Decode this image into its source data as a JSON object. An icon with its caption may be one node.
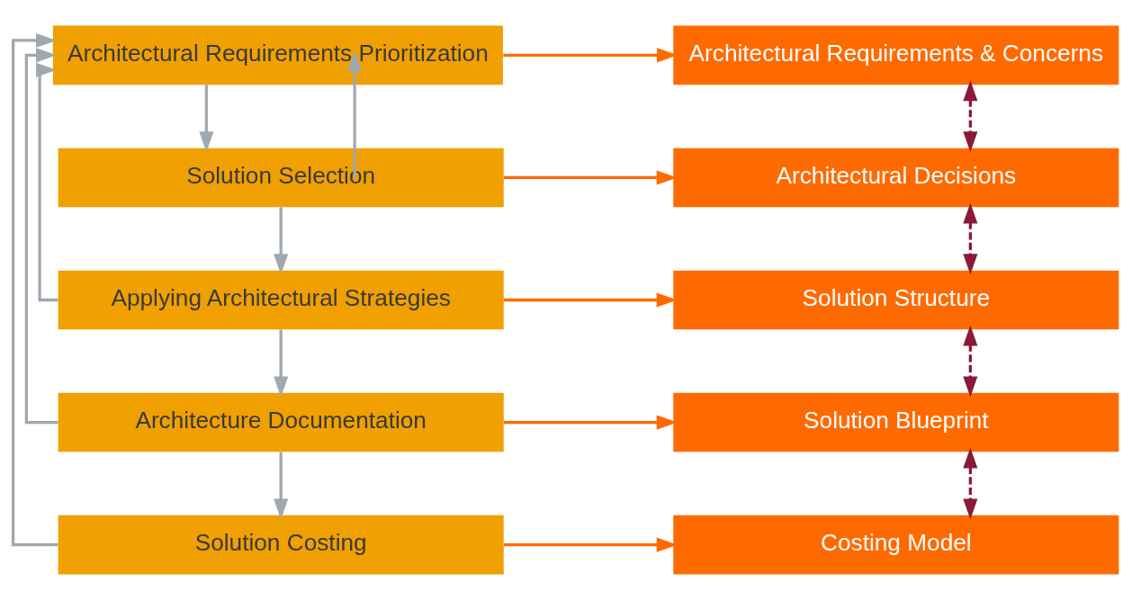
{
  "diagram": {
    "nodes": [
      {
        "text": [
          "Architectural Requirements Prioritization"
        ]
      },
      {
        "text": [
          "Solution Selection"
        ]
      },
      {
        "text": [
          "Applying Architectural Strategies"
        ]
      },
      {
        "text": [
          "Architecture Documentation"
        ]
      },
      {
        "text": [
          "Solution Costing"
        ]
      },
      {
        "text": [
          "Architectural Requirements & Concerns"
        ]
      },
      {
        "text": [
          "Architectural Decisions"
        ]
      },
      {
        "text": [
          "Solution Structure"
        ]
      },
      {
        "text": [
          "Solution Blueprint"
        ]
      },
      {
        "text": [
          "Costing Model"
        ]
      }
    ],
    "edges": [
      {
        "from": 0,
        "to": 1,
        "arrow": "to"
      },
      {
        "from": 1,
        "to": 2,
        "arrow": "to"
      },
      {
        "from": 2,
        "to": 3,
        "arrow": "to"
      },
      {
        "from": 3,
        "to": 4,
        "arrow": "to"
      },
      {
        "from": 1,
        "to": 0,
        "arrow": "to"
      },
      {
        "from": 2,
        "to": 0,
        "arrow": "to"
      },
      {
        "from": 3,
        "to": 0,
        "arrow": "to"
      },
      {
        "from": 4,
        "to": 0,
        "arrow": "to"
      },
      {
        "from": 0,
        "to": 5,
        "arrow": "to",
        "color": "#ff6a00"
      },
      {
        "from": 1,
        "to": 6,
        "arrow": "to",
        "color": "#ff6a00"
      },
      {
        "from": 2,
        "to": 7,
        "arrow": "to",
        "color": "#ff6a00"
      },
      {
        "from": 3,
        "to": 8,
        "arrow": "to",
        "color": "#ff6a00"
      },
      {
        "from": 4,
        "to": 9,
        "arrow": "to",
        "color": "#ff6a00"
      },
      {
        "from": 5,
        "to": 6,
        "arrow": "both",
        "style": "dashed",
        "color": "#8b1a3a"
      },
      {
        "from": 6,
        "to": 7,
        "arrow": "both",
        "style": "dashed",
        "color": "#8b1a3a"
      },
      {
        "from": 7,
        "to": 8,
        "arrow": "both",
        "style": "dashed",
        "color": "#8b1a3a"
      },
      {
        "from": 8,
        "to": 9,
        "arrow": "both",
        "style": "dashed",
        "color": "#8b1a3a"
      }
    ]
  }
}
